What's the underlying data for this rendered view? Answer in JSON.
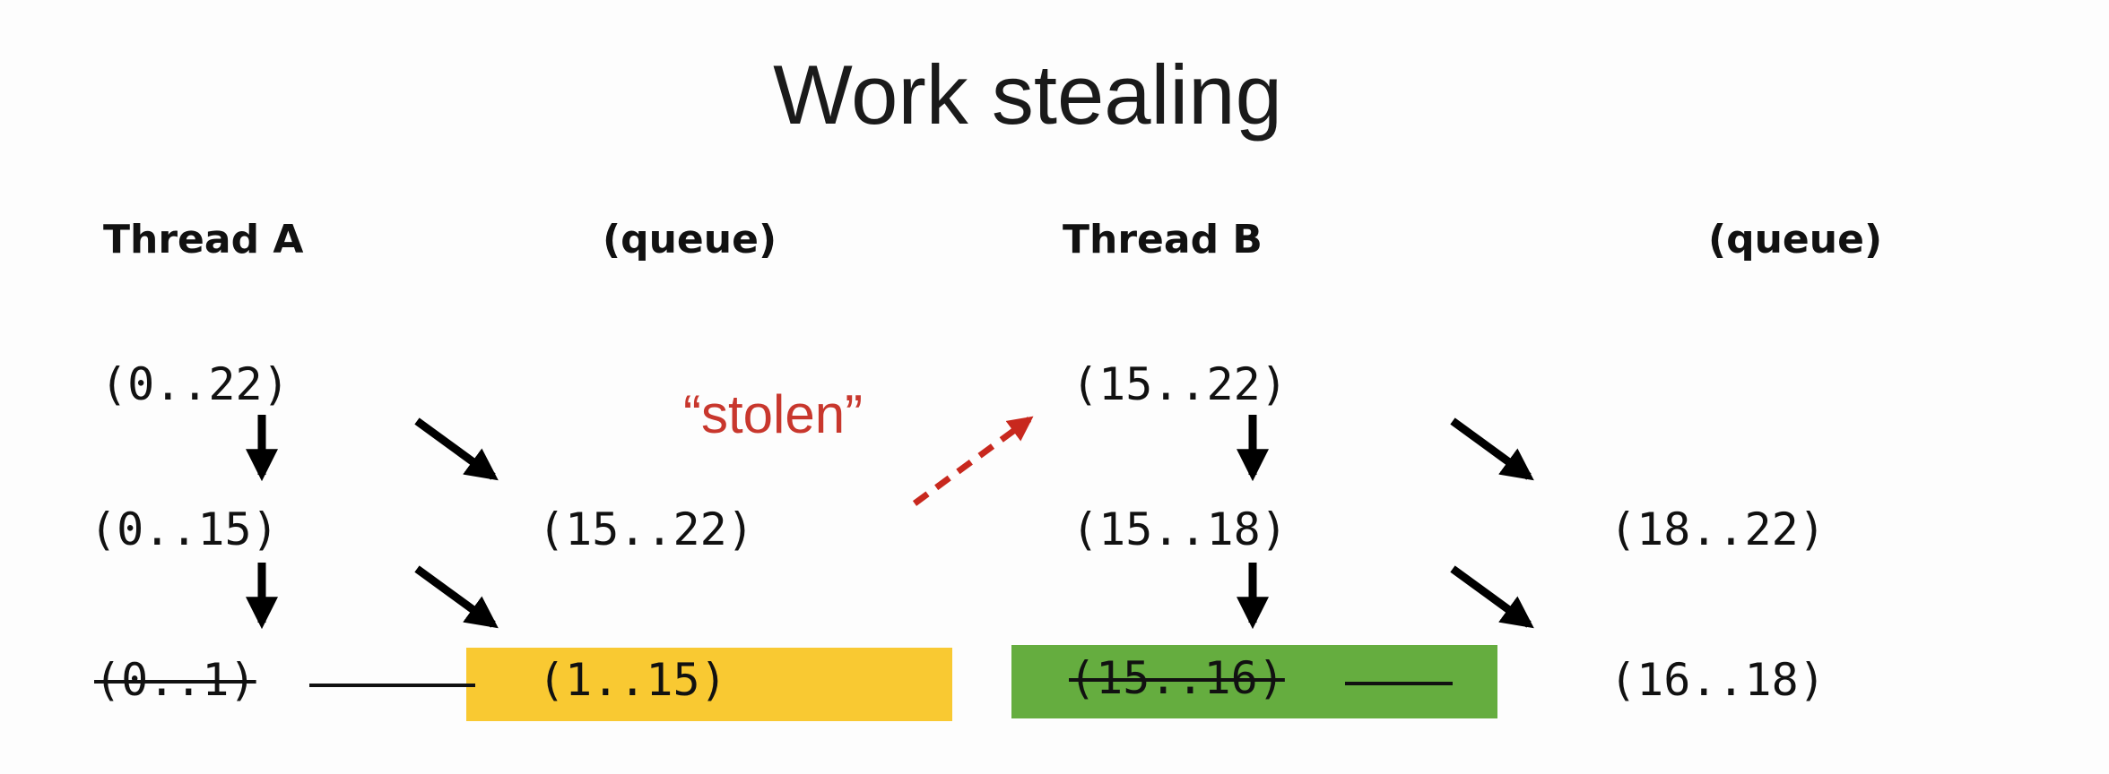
{
  "title": "Work stealing",
  "headers": {
    "thread_a": "Thread A",
    "queue_a": "(queue)",
    "thread_b": "Thread B",
    "queue_b": "(queue)"
  },
  "thread_a": {
    "row1": "(0..22)",
    "row2": "(0..15)",
    "row3": "(0..1)"
  },
  "queue_a": {
    "row2": "(15..22)",
    "row3": "(1..15)"
  },
  "thread_b": {
    "row1": "(15..22)",
    "row2": "(15..18)",
    "row3": "(15..16)"
  },
  "queue_b": {
    "row2": "(18..22)",
    "row3": "(16..18)"
  },
  "annotation": "“stolen”",
  "colors": {
    "highlight_yellow": "#f9c932",
    "highlight_green": "#65ad3f",
    "stolen_red": "#c8372d"
  }
}
